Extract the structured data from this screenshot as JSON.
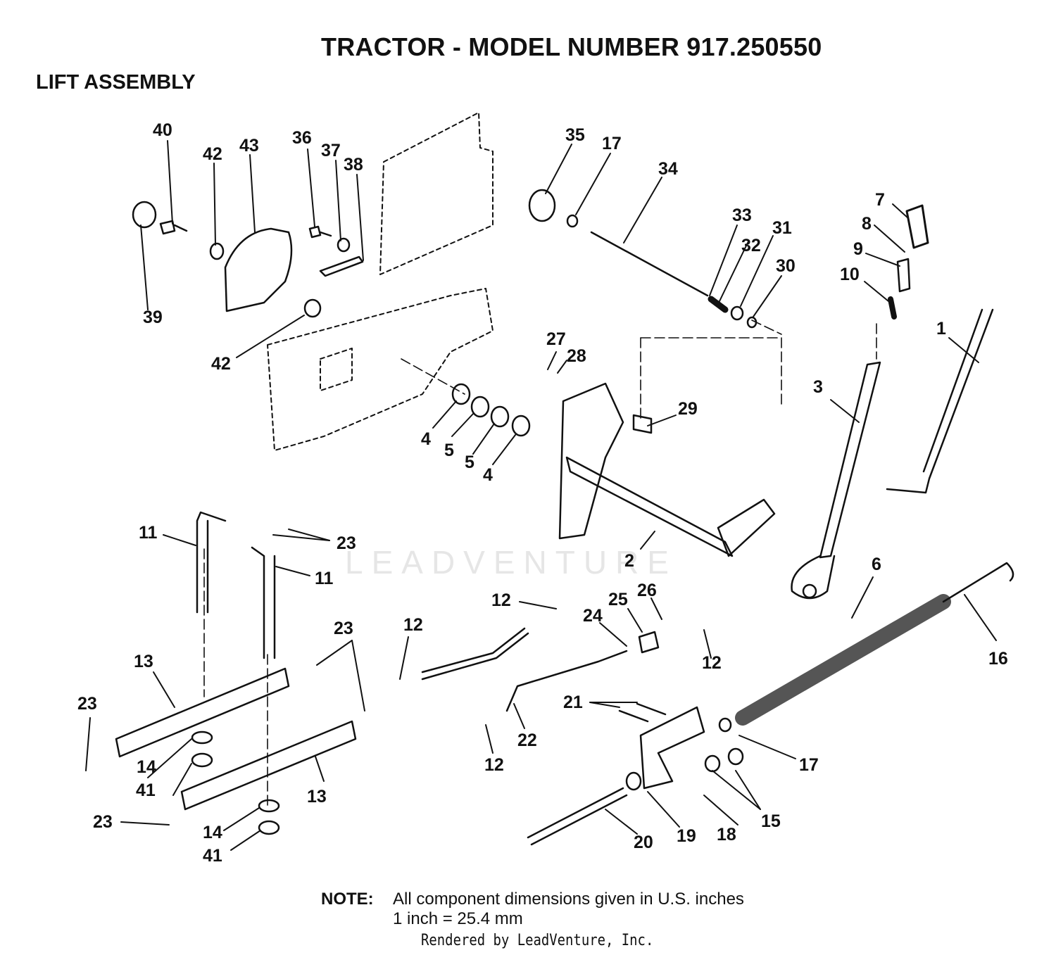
{
  "header": {
    "title": "TRACTOR - MODEL NUMBER 917.250550",
    "subtitle": "LIFT ASSEMBLY"
  },
  "watermark": "LEADVENTURE",
  "parts": [
    {
      "id": "p1",
      "label": "1"
    },
    {
      "id": "p2",
      "label": "2"
    },
    {
      "id": "p3",
      "label": "3"
    },
    {
      "id": "p4a",
      "label": "4"
    },
    {
      "id": "p4b",
      "label": "4"
    },
    {
      "id": "p5a",
      "label": "5"
    },
    {
      "id": "p5b",
      "label": "5"
    },
    {
      "id": "p6",
      "label": "6"
    },
    {
      "id": "p7",
      "label": "7"
    },
    {
      "id": "p8",
      "label": "8"
    },
    {
      "id": "p9",
      "label": "9"
    },
    {
      "id": "p10",
      "label": "10"
    },
    {
      "id": "p11a",
      "label": "11"
    },
    {
      "id": "p11b",
      "label": "11"
    },
    {
      "id": "p12a",
      "label": "12"
    },
    {
      "id": "p12b",
      "label": "12"
    },
    {
      "id": "p12c",
      "label": "12"
    },
    {
      "id": "p12d",
      "label": "12"
    },
    {
      "id": "p13a",
      "label": "13"
    },
    {
      "id": "p13b",
      "label": "13"
    },
    {
      "id": "p14a",
      "label": "14"
    },
    {
      "id": "p14b",
      "label": "14"
    },
    {
      "id": "p15",
      "label": "15"
    },
    {
      "id": "p16",
      "label": "16"
    },
    {
      "id": "p17a",
      "label": "17"
    },
    {
      "id": "p17b",
      "label": "17"
    },
    {
      "id": "p18",
      "label": "18"
    },
    {
      "id": "p19",
      "label": "19"
    },
    {
      "id": "p20",
      "label": "20"
    },
    {
      "id": "p21",
      "label": "21"
    },
    {
      "id": "p22",
      "label": "22"
    },
    {
      "id": "p23a",
      "label": "23"
    },
    {
      "id": "p23b",
      "label": "23"
    },
    {
      "id": "p23c",
      "label": "23"
    },
    {
      "id": "p23d",
      "label": "23"
    },
    {
      "id": "p24",
      "label": "24"
    },
    {
      "id": "p25",
      "label": "25"
    },
    {
      "id": "p26",
      "label": "26"
    },
    {
      "id": "p27",
      "label": "27"
    },
    {
      "id": "p28",
      "label": "28"
    },
    {
      "id": "p29",
      "label": "29"
    },
    {
      "id": "p30",
      "label": "30"
    },
    {
      "id": "p31",
      "label": "31"
    },
    {
      "id": "p32",
      "label": "32"
    },
    {
      "id": "p33",
      "label": "33"
    },
    {
      "id": "p34",
      "label": "34"
    },
    {
      "id": "p35",
      "label": "35"
    },
    {
      "id": "p36",
      "label": "36"
    },
    {
      "id": "p37",
      "label": "37"
    },
    {
      "id": "p38",
      "label": "38"
    },
    {
      "id": "p39",
      "label": "39"
    },
    {
      "id": "p40",
      "label": "40"
    },
    {
      "id": "p41a",
      "label": "41"
    },
    {
      "id": "p41b",
      "label": "41"
    },
    {
      "id": "p42a",
      "label": "42"
    },
    {
      "id": "p42b",
      "label": "42"
    },
    {
      "id": "p43",
      "label": "43"
    }
  ],
  "note": {
    "label": "NOTE:",
    "line1": "All component dimensions given in U.S. inches",
    "line2": "1 inch = 25.4 mm"
  },
  "credit": "Rendered by LeadVenture, Inc."
}
